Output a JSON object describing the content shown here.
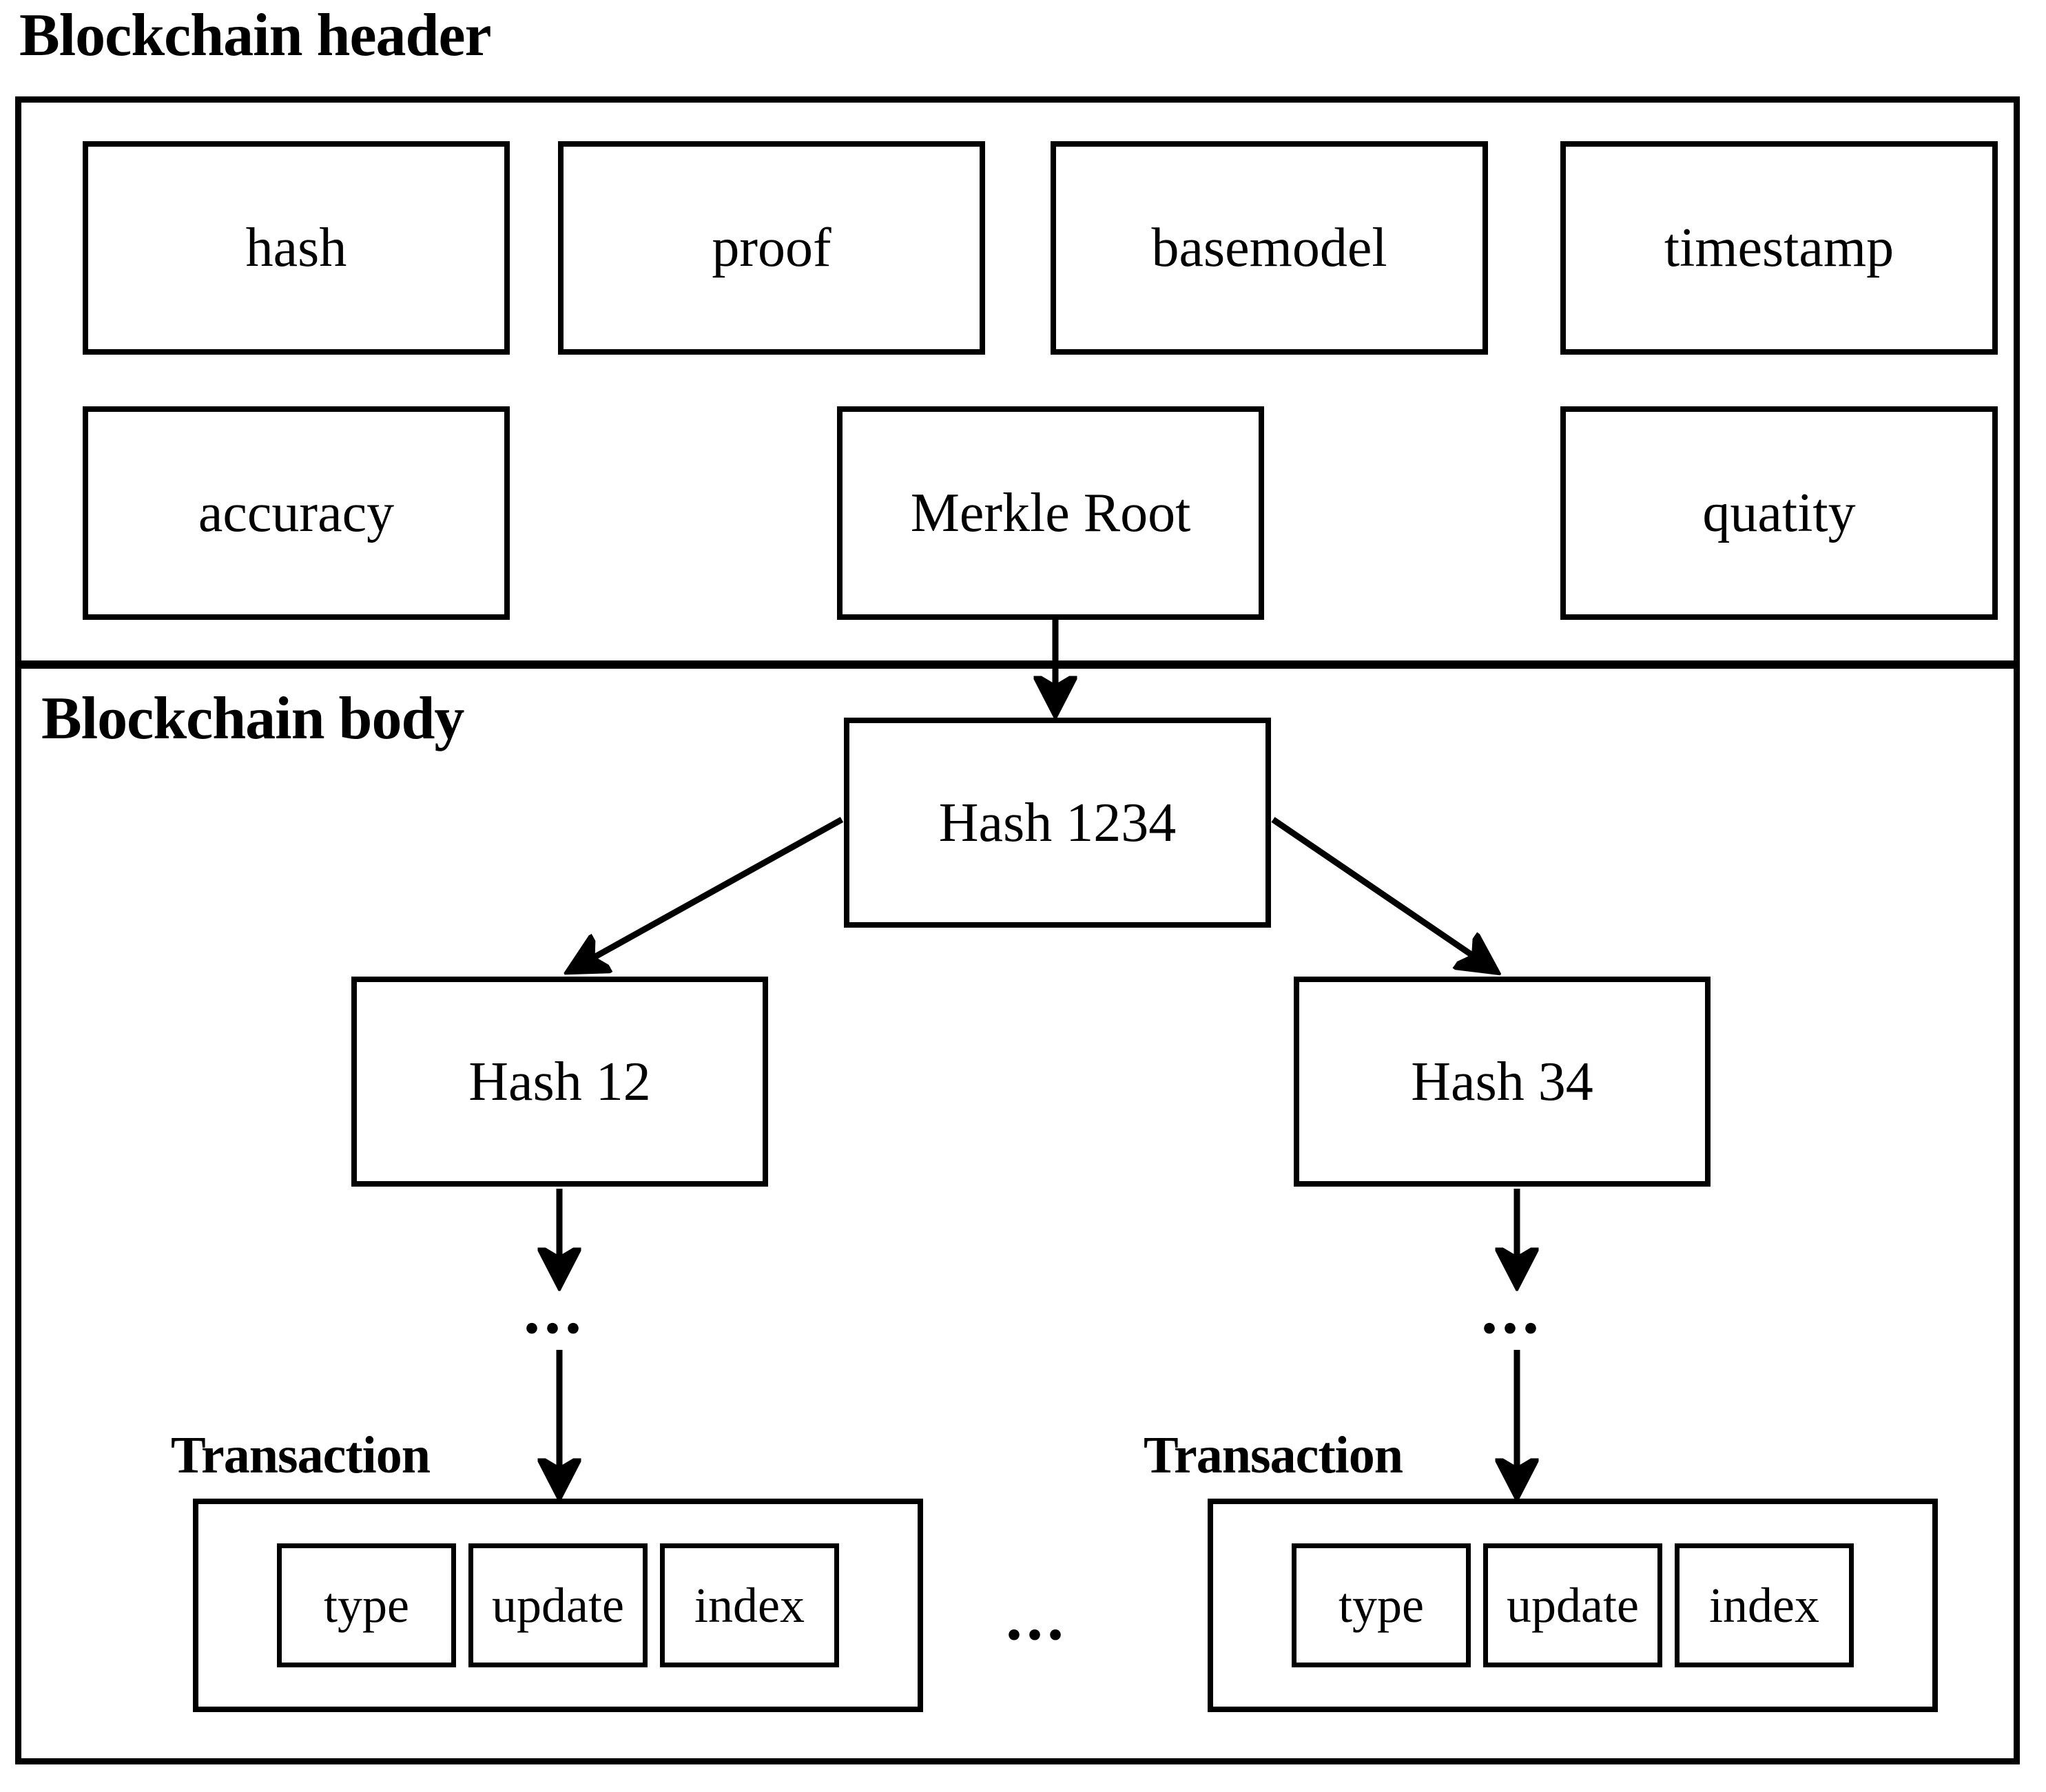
{
  "sections": {
    "header": {
      "title": "Blockchain header"
    },
    "body": {
      "title": "Blockchain body"
    }
  },
  "header_fields": {
    "row1": [
      {
        "label": "hash"
      },
      {
        "label": "proof"
      },
      {
        "label": "basemodel"
      },
      {
        "label": "timestamp"
      }
    ],
    "row2": [
      {
        "label": "accuracy"
      },
      {
        "label": "Merkle Root"
      },
      {
        "label": "quatity"
      }
    ]
  },
  "merkle_tree": {
    "root": {
      "label": "Hash 1234"
    },
    "children": [
      {
        "label": "Hash 12"
      },
      {
        "label": "Hash 34"
      }
    ],
    "continuation_marker": "..."
  },
  "transactions": [
    {
      "label": "Transaction",
      "fields": [
        {
          "label": "type"
        },
        {
          "label": "update"
        },
        {
          "label": "index"
        }
      ]
    },
    {
      "label": "Transaction",
      "fields": [
        {
          "label": "type"
        },
        {
          "label": "update"
        },
        {
          "label": "index"
        }
      ]
    }
  ],
  "separators": {
    "between_transactions": "...",
    "left_branch": "...",
    "right_branch": "..."
  },
  "colors": {
    "stroke": "#000000",
    "background": "#ffffff"
  }
}
